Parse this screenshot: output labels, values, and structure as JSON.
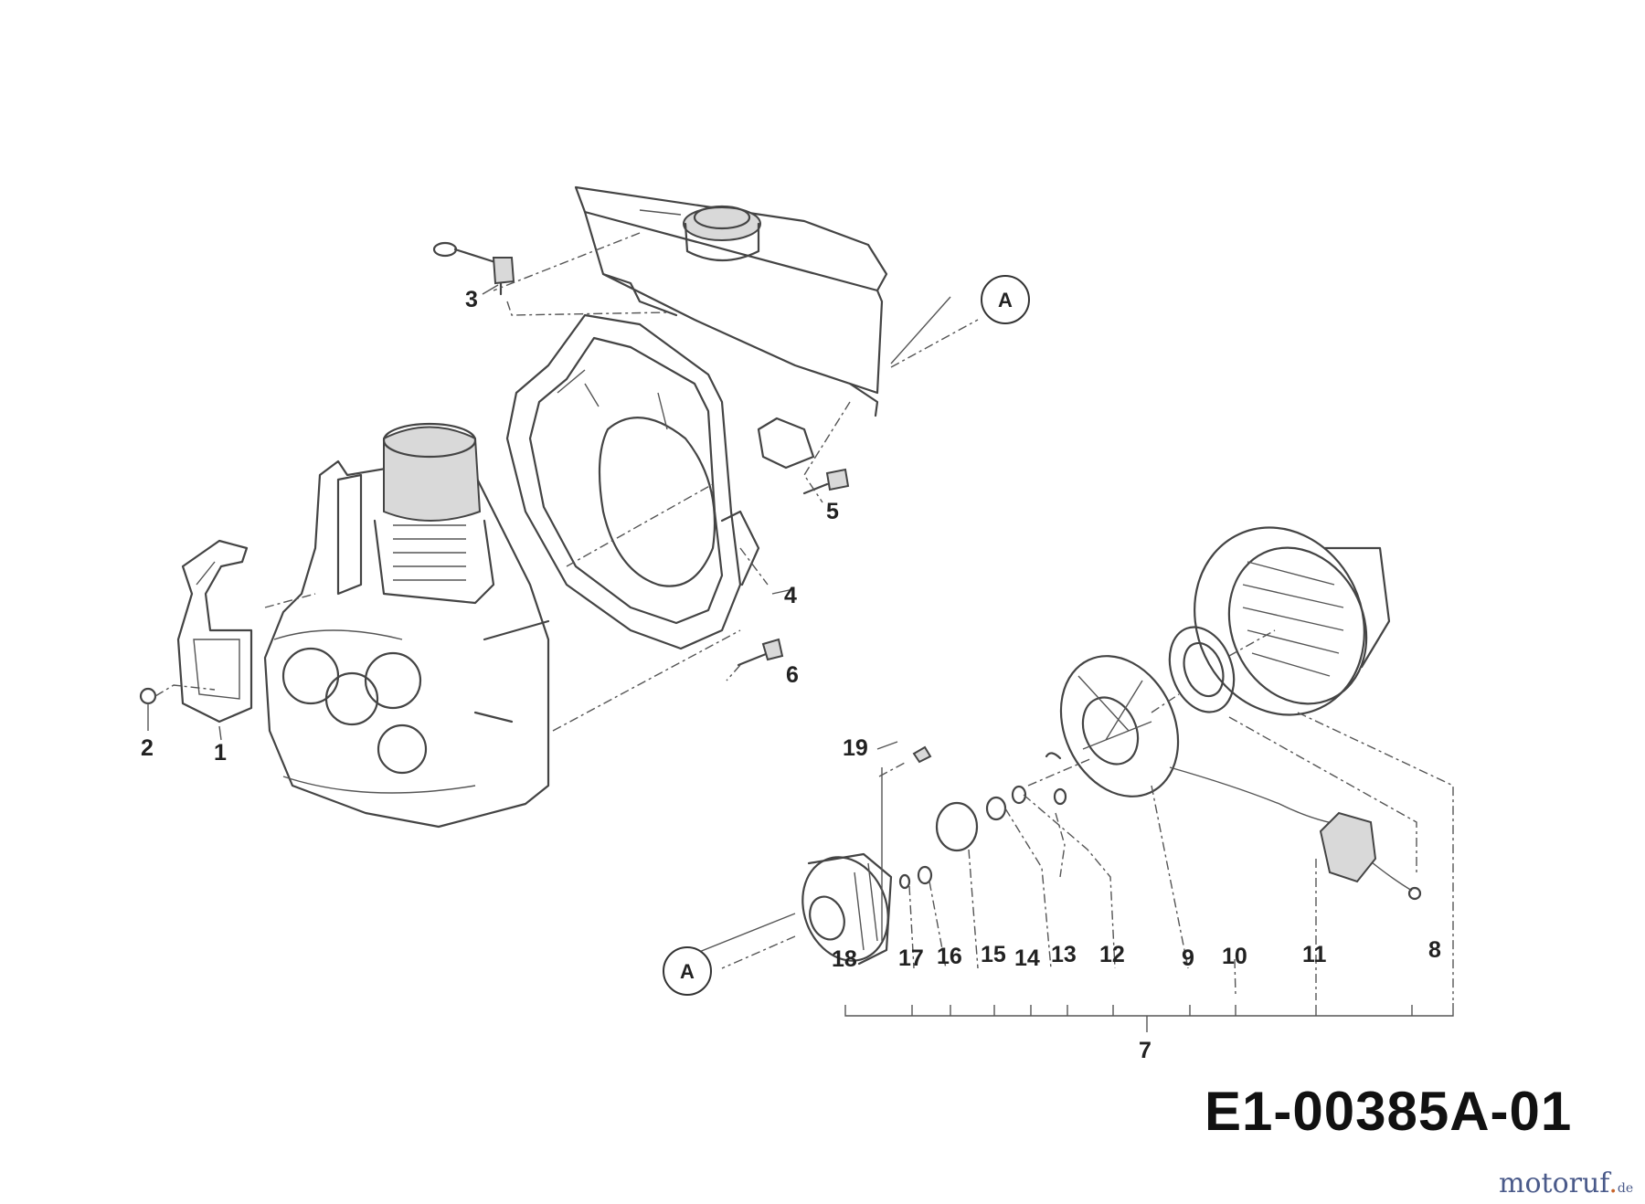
{
  "diagram": {
    "code": "E1-00385A-01",
    "watermark": {
      "name": "motoruf",
      "tld": "de"
    },
    "callouts": [
      {
        "id": "A1",
        "text": "A"
      },
      {
        "id": "A2",
        "text": "A"
      }
    ],
    "part_numbers": [
      "1",
      "2",
      "3",
      "4",
      "5",
      "6",
      "7",
      "8",
      "9",
      "10",
      "11",
      "12",
      "13",
      "14",
      "15",
      "16",
      "17",
      "18",
      "19"
    ]
  }
}
